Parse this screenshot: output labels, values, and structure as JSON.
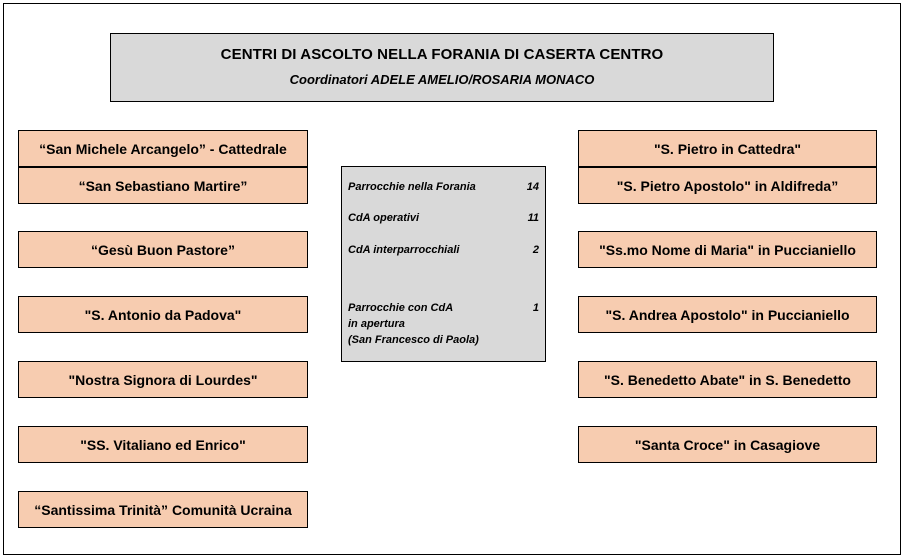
{
  "header": {
    "title": "CENTRI DI ASCOLTO NELLA FORANIA DI CASERTA CENTRO",
    "subtitle": "Coordinatori ADELE AMELIO/ROSARIA MONACO"
  },
  "left_column": [
    "“San Michele Arcangelo” - Cattedrale",
    "“San Sebastiano Martire”",
    "“Gesù Buon Pastore”",
    "\"S. Antonio da Padova\"",
    "\"Nostra Signora di Lourdes\"",
    "\"SS. Vitaliano ed Enrico\"",
    "“Santissima Trinità” Comunità Ucraina"
  ],
  "right_column": [
    "\"S. Pietro in Cattedra\"",
    "\"S. Pietro Apostolo\" in Aldifreda”",
    "\"Ss.mo Nome di Maria\" in Puccianiello",
    "\"S. Andrea Apostolo\" in Puccianiello",
    "\"S. Benedetto Abate\" in S. Benedetto",
    "\"Santa Croce\" in Casagiove"
  ],
  "stats": {
    "parrocchie_label": "Parrocchie nella Forania",
    "parrocchie_value": "14",
    "operativi_label": "CdA operativi",
    "operativi_value": "11",
    "interparrocchiali_label": "CdA interparrocchiali",
    "interparrocchiali_value": "2",
    "apertura_label_line1": "Parrocchie con CdA",
    "apertura_label_line2": "in apertura",
    "apertura_label_line3": "(San Francesco di Paola)",
    "apertura_value": "1"
  },
  "colors": {
    "node_fill": "#f7ccb0",
    "box_fill": "#d9d9d9",
    "border": "#000000"
  }
}
